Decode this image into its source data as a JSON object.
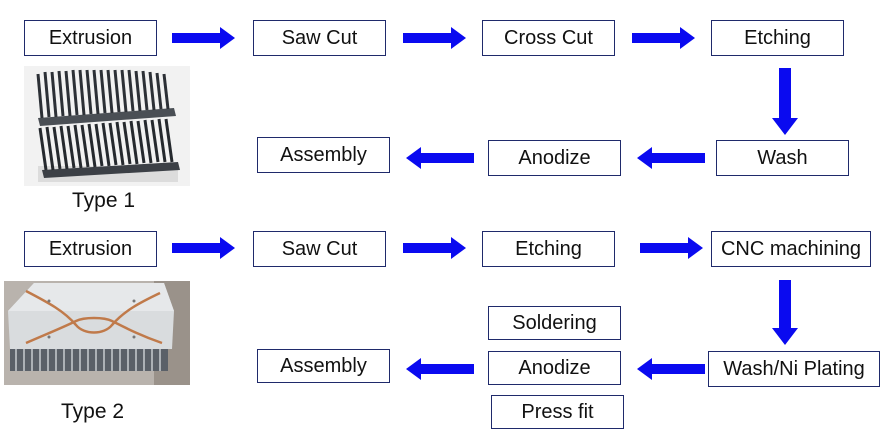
{
  "colors": {
    "arrow": "#0a0af0",
    "box_border": "#1f2a6b"
  },
  "type1": {
    "caption": "Type 1",
    "row1": [
      "Extrusion",
      "Saw Cut",
      "Cross Cut",
      "Etching"
    ],
    "row2": [
      "Wash",
      "Anodize",
      "Assembly"
    ]
  },
  "type2": {
    "caption": "Type 2",
    "row1": [
      "Extrusion",
      "Saw Cut",
      "Etching",
      "CNC machining"
    ],
    "row2_start": "Wash/Ni Plating",
    "row2_options": [
      "Soldering",
      "Anodize",
      "Press fit"
    ],
    "row2_end": "Assembly"
  }
}
